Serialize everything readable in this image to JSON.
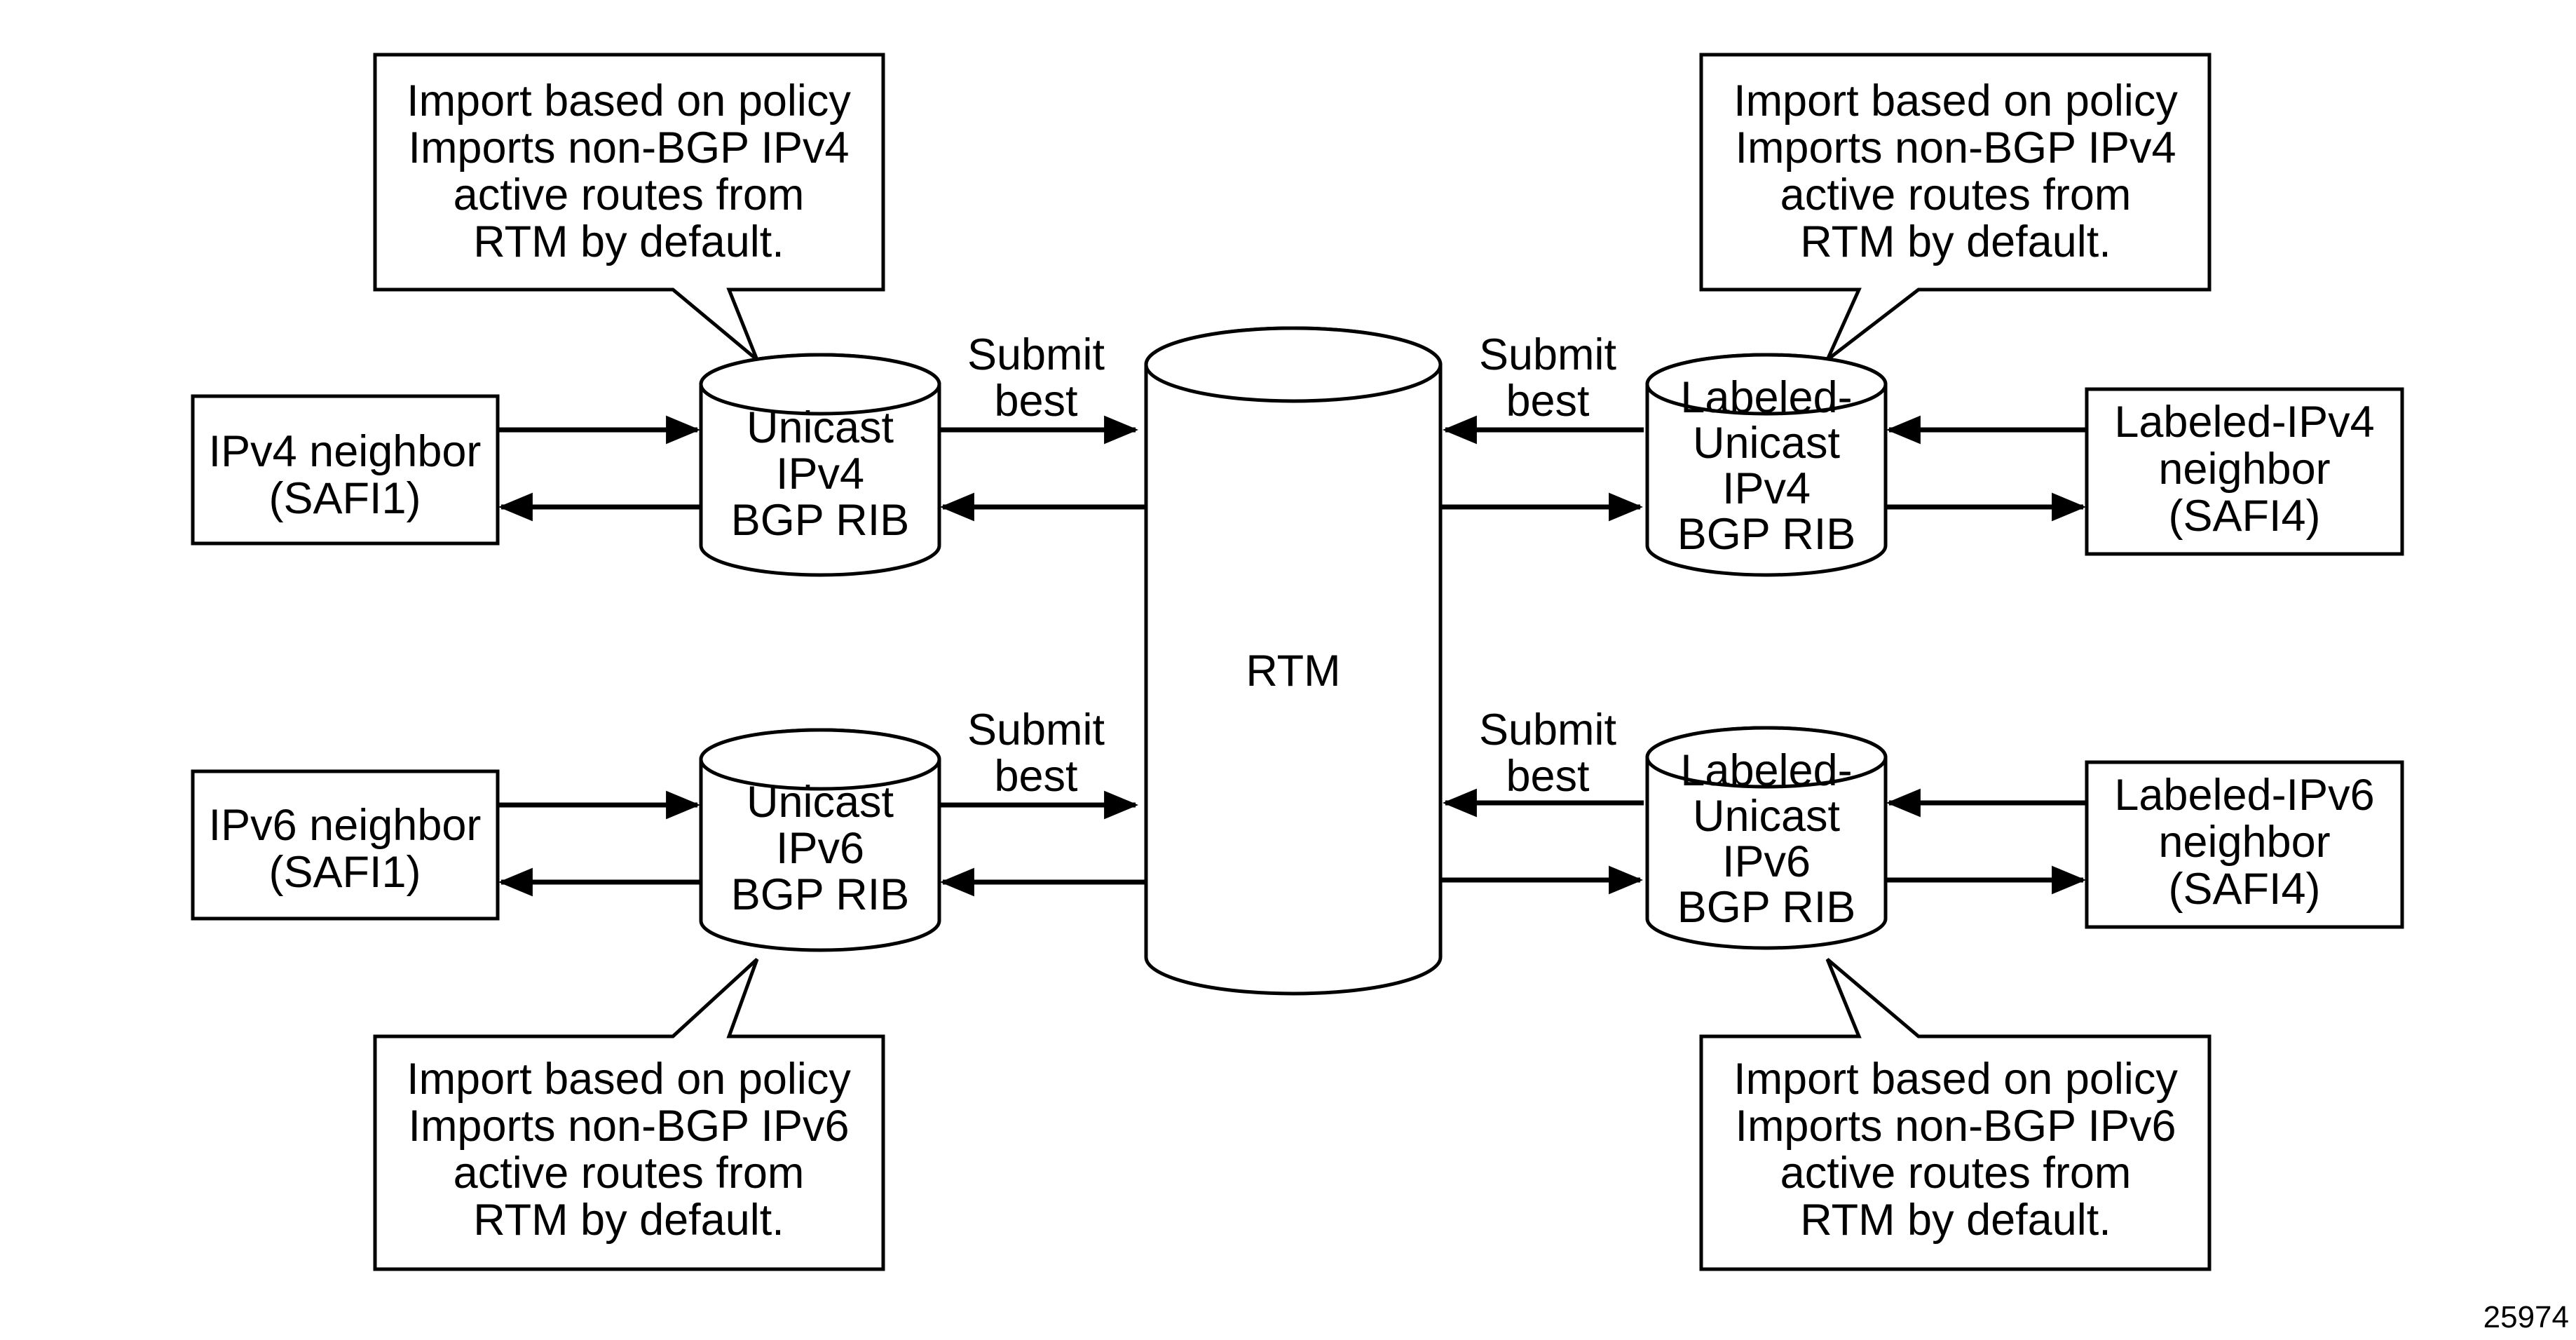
{
  "rtm": {
    "label": "RTM"
  },
  "submit_best": [
    "Submit",
    "best"
  ],
  "callouts": {
    "ipv4": [
      "Import based on policy",
      "Imports non-BGP IPv4",
      "active routes from",
      "RTM by default."
    ],
    "ipv6": [
      "Import based on policy",
      "Imports non-BGP IPv6",
      "active routes from",
      "RTM by default."
    ]
  },
  "ribs": {
    "unicast_ipv4": [
      "Unicast",
      "IPv4",
      "BGP RIB"
    ],
    "unicast_ipv6": [
      "Unicast",
      "IPv6",
      "BGP RIB"
    ],
    "labeled_ipv4": [
      "Labeled-",
      "Unicast",
      "IPv4",
      "BGP RIB"
    ],
    "labeled_ipv6": [
      "Labeled-",
      "Unicast",
      "IPv6",
      "BGP RIB"
    ]
  },
  "neighbors": {
    "ipv4": [
      "IPv4 neighbor",
      "(SAFI1)"
    ],
    "ipv6": [
      "IPv6 neighbor",
      "(SAFI1)"
    ],
    "labeled_ipv4": [
      "Labeled-IPv4",
      "neighbor",
      "(SAFI4)"
    ],
    "labeled_ipv6": [
      "Labeled-IPv6",
      "neighbor",
      "(SAFI4)"
    ]
  },
  "figure_number": "25974"
}
